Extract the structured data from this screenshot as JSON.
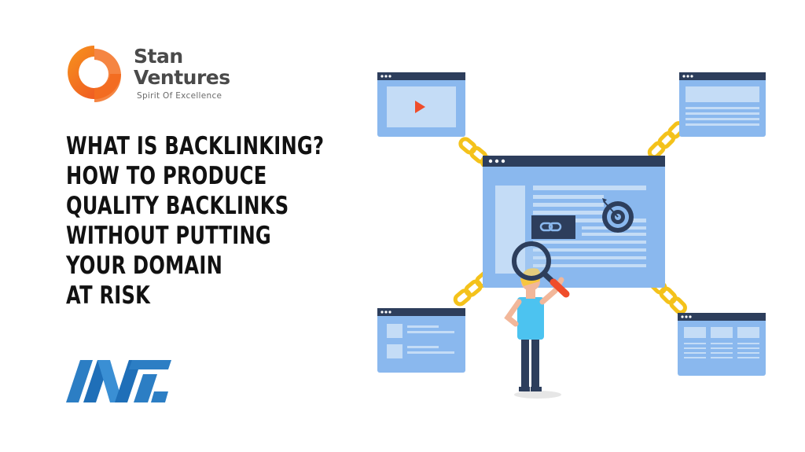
{
  "brand": {
    "name_line1": "Stan",
    "name_line2": "Ventures",
    "tagline": "Spirit Of Excellence"
  },
  "headline": [
    "WHAT IS BACKLINKING?",
    "HOW TO PRODUCE",
    "QUALITY BACKLINKS",
    "WITHOUT PUTTING",
    "YOUR DOMAIN",
    "AT RISK"
  ],
  "colors": {
    "brand_orange": "#f26b21",
    "headline": "#111111",
    "window_frame": "#2d3e5c",
    "window_fill": "#8ab8ee",
    "window_inner": "#c4dcf6",
    "chain": "#f4c21b",
    "logo_blue": "#2c7ec4"
  },
  "icons": {
    "play": "play-icon",
    "target": "target-icon",
    "link": "link-icon",
    "magnifier": "magnifier-icon",
    "chain": "chain-icon"
  }
}
